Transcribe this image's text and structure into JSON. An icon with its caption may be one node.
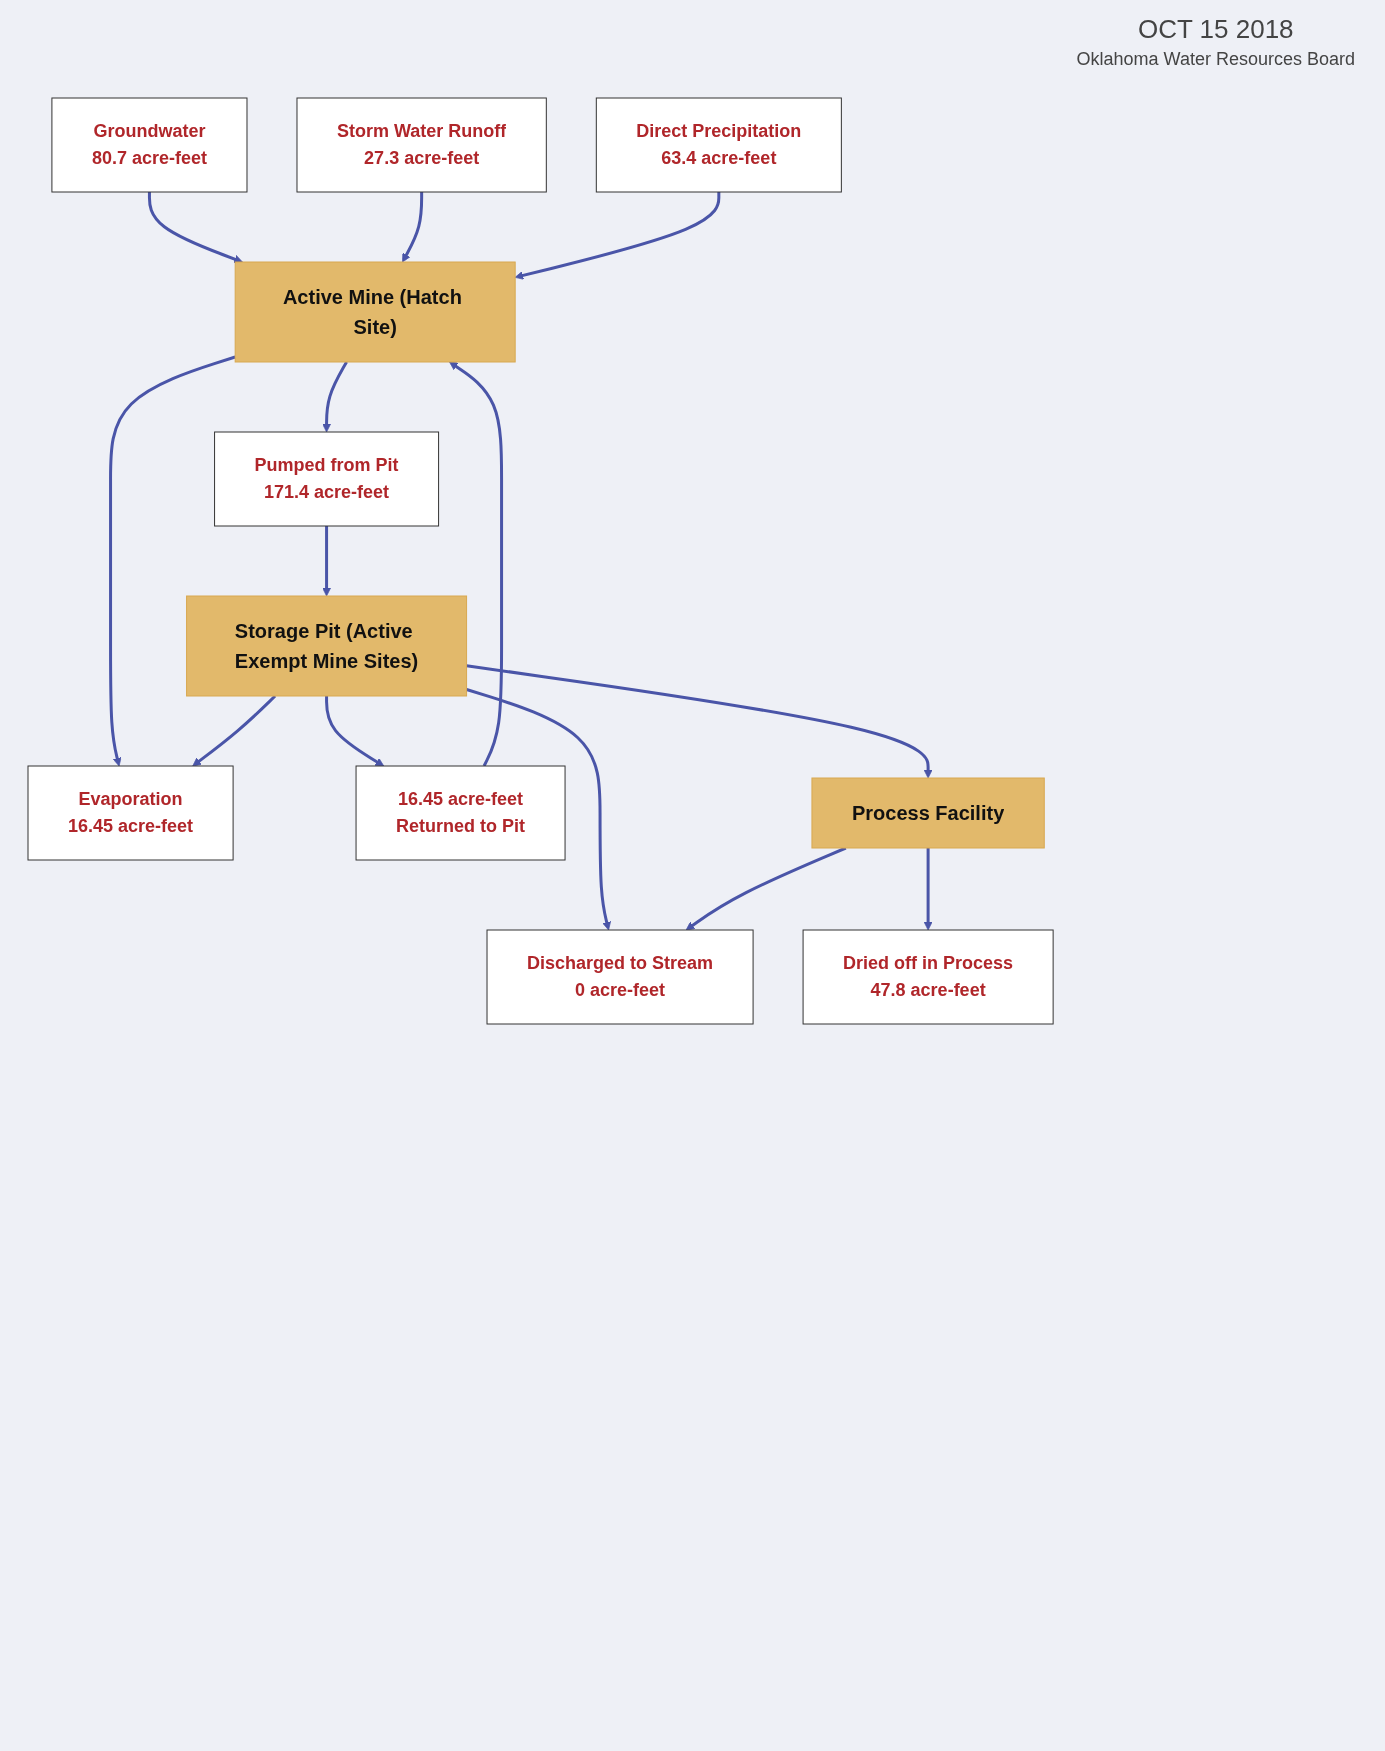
{
  "diagram": {
    "nodes": [
      {
        "text": [
          "Groundwater",
          "80.7 acre-feet"
        ]
      },
      {
        "text": [
          "Storm Water Runoff",
          "27.3 acre-feet"
        ]
      },
      {
        "text": [
          "Evaporation",
          "16.45 acre-feet"
        ]
      },
      {
        "text": [
          "Active Mine (Hatch Site)"
        ]
      },
      {
        "text": [
          "Direct Precipitation",
          "63.4 acre-feet"
        ]
      },
      {
        "text": [
          "16.45 acre-feet",
          "Returned to Pit"
        ]
      },
      {
        "text": [
          "Pumped from Pit",
          "171.4 acre-feet"
        ]
      },
      {
        "text": [
          "Storage Pit (Active Exempt Mine Sites)"
        ]
      },
      {
        "text": [
          "Discharged to Stream",
          "0 acre-feet"
        ]
      },
      {
        "text": [
          "Process Facility"
        ]
      },
      {
        "text": [
          "Dried off in Process",
          "47.8 acre-feet"
        ]
      }
    ],
    "edges": [
      {
        "from": 0,
        "to": 3,
        "arrow": "to"
      },
      {
        "from": 1,
        "to": 3,
        "arrow": "to"
      },
      {
        "from": 4,
        "to": 3,
        "arrow": "to"
      },
      {
        "from": 3,
        "to": 2,
        "arrow": "to"
      },
      {
        "from": 5,
        "to": 3,
        "arrow": "to"
      },
      {
        "from": 3,
        "to": 6,
        "arrow": "to"
      },
      {
        "from": 6,
        "to": 7,
        "arrow": "to"
      },
      {
        "from": 7,
        "to": 5,
        "arrow": "to"
      },
      {
        "from": 7,
        "to": 2,
        "arrow": "to"
      },
      {
        "from": 7,
        "to": 8,
        "arrow": "to"
      },
      {
        "from": 7,
        "to": 9,
        "arrow": "to"
      },
      {
        "from": 9,
        "to": 8,
        "arrow": "to"
      },
      {
        "from": 9,
        "to": 10,
        "arrow": "to"
      }
    ],
    "labels": [
      "OCT 15 2018",
      "Oklahoma Water Resources Board"
    ]
  }
}
